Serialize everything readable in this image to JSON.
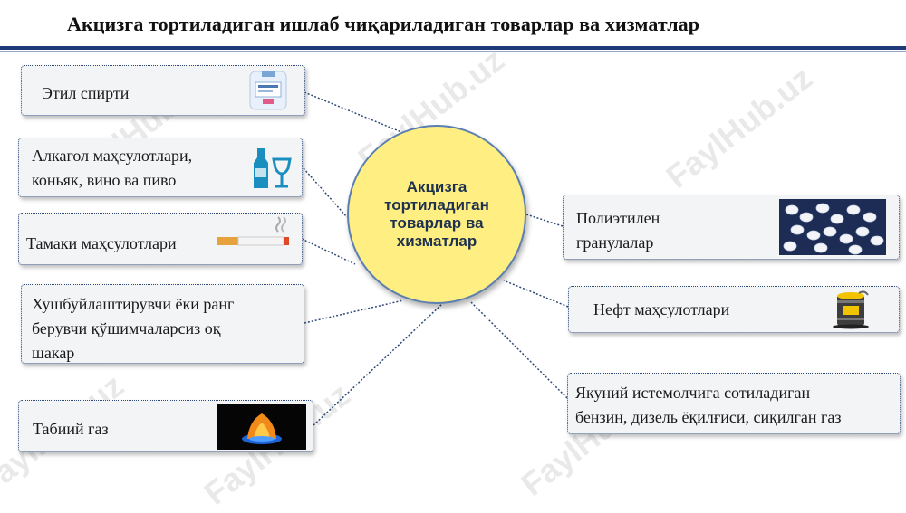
{
  "title": "Акцизга тортиладиган ишлаб чиқариладиган товарлар ва хизматлар",
  "center": {
    "line1": "Акцизга",
    "line2": "тортиладиган",
    "line3": "товарлар ва",
    "line4": "хизматлар"
  },
  "left_items": [
    {
      "line1": "Этил спирти",
      "icon": "bottle-label-icon"
    },
    {
      "line1": "Алкагол маҳсулотлари,",
      "line2": "коньяк, вино ва пиво",
      "icon": "wine-bottle-glass-icon"
    },
    {
      "line1": "Тамаки маҳсулотлари",
      "icon": "cigarette-icon"
    },
    {
      "line1": "Хушбуйлаштирувчи ёки ранг",
      "line2": "берувчи қўшимчаларсиз оқ",
      "line3": "шакар"
    },
    {
      "line1": "Табиий газ",
      "icon": "gas-flame-icon"
    }
  ],
  "right_items": [
    {
      "line1": "Полиэтилен",
      "line2": "гранулалар",
      "icon": "granules-icon"
    },
    {
      "line1": "Нефт маҳсулотлари",
      "icon": "oil-barrel-icon"
    },
    {
      "line1": "Якуний истемолчига сотиладиган",
      "line2": "бензин, дизель ёқилғиси, сиқилган газ"
    }
  ],
  "watermark": "FaylHub.uz",
  "colors": {
    "title_rule": "#1f3a78",
    "center_fill": "#ffee82",
    "box_border": "#2e4a7a",
    "connector": "#2e4a7a"
  }
}
